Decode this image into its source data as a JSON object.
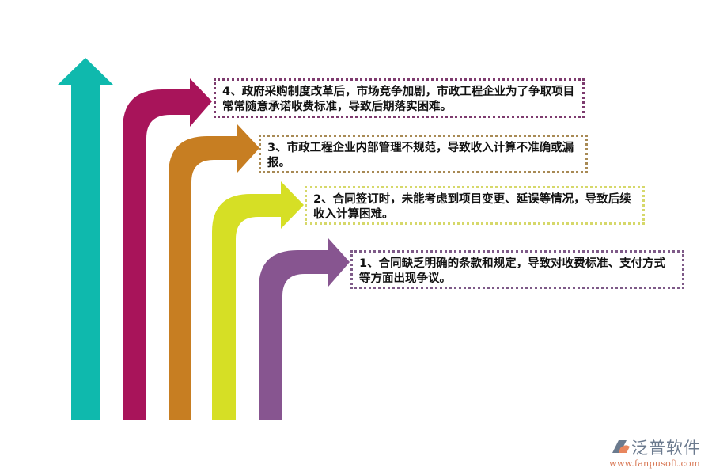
{
  "diagram": {
    "type": "curved-arrow-list",
    "arrows": [
      {
        "id": "teal",
        "color": "#0fb9ad"
      },
      {
        "id": "magenta",
        "color": "#a8145a"
      },
      {
        "id": "orange",
        "color": "#c77e22"
      },
      {
        "id": "yellow",
        "color": "#d6df25"
      },
      {
        "id": "purple",
        "color": "#875590"
      }
    ],
    "items": [
      {
        "number": 4,
        "text": "4、政府采购制度改革后，市场竞争加剧，市政工程企业为了争取项目常常随意承诺收费标准，导致后期落实困难。",
        "border_color": "#7d3b6e"
      },
      {
        "number": 3,
        "text": "3、市政工程企业内部管理不规范，导致收入计算不准确或漏报。",
        "border_color": "#a88a55"
      },
      {
        "number": 2,
        "text": "2、合同签订时，未能考虑到项目变更、延误等情况，导致后续收入计算困难。",
        "border_color": "#d6d86a"
      },
      {
        "number": 1,
        "text": "1、合同缺乏明确的条款和规定，导致对收费标准、支付方式等方面出现争议。",
        "border_color": "#7e5a88"
      }
    ]
  },
  "logo": {
    "name": "泛普软件",
    "url": "www.fanpusoft.com"
  }
}
